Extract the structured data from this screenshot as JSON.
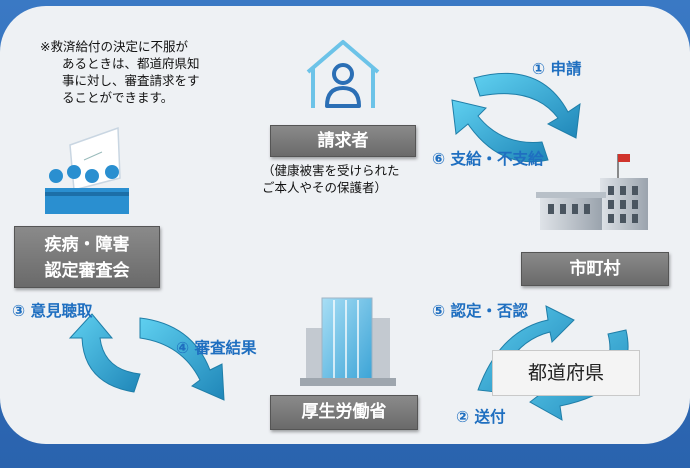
{
  "note": {
    "lines": [
      "※救済給付の決定に不服が",
      "あるときは、都道府県知",
      "事に対し、審査請求をす",
      "ることができます。"
    ]
  },
  "nodes": {
    "claimant": "請求者",
    "claimant_sub": [
      "（健康被害を受けられた",
      "ご本人やその保護者）"
    ],
    "council": [
      "疾病・障害",
      "認定審査会"
    ],
    "city": "市町村",
    "prefecture": "都道府県",
    "mhlw": "厚生労働省"
  },
  "steps": {
    "s1": "① 申請",
    "s2": "② 送付",
    "s3": "③ 意見聴取",
    "s4": "④ 審査結果",
    "s5": "⑤ 認定・否認",
    "s6": "⑥ 支給・不支給"
  },
  "colors": {
    "arrow": "#3fb0d8",
    "arrow_dark": "#1f7ea8",
    "box": "#7a7a7a",
    "step_text": "#1f6fc0",
    "background": "#2f6db8",
    "panel": "#eef1f4"
  },
  "icons": [
    "house-person-icon",
    "meeting-icon",
    "city-hall-icon",
    "ministry-building-icon"
  ]
}
